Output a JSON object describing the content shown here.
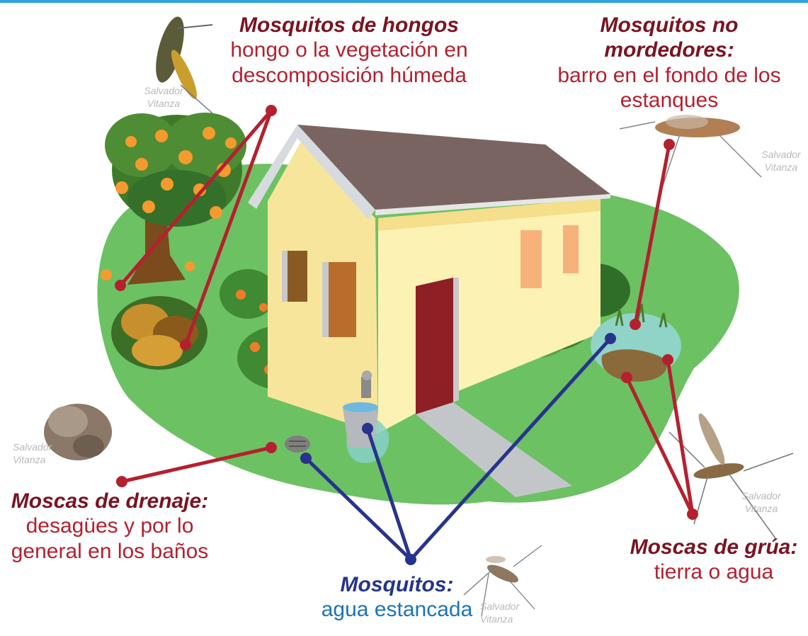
{
  "labels": {
    "fungus_gnats": {
      "title": "Mosquitos de hongos",
      "desc": "hongo o la vegetación en descomposición húmeda"
    },
    "non_biting_midges": {
      "title": "Mosquitos no mordedores:",
      "desc": "barro en el fondo de los estanques"
    },
    "drain_flies": {
      "title": "Moscas de drenaje:",
      "desc": "desagües y por lo general en los baños"
    },
    "mosquitoes": {
      "title": "Mosquitos:",
      "desc": "agua estancada"
    },
    "crane_flies": {
      "title": "Moscas de grúa:",
      "desc": "tierra o agua"
    }
  },
  "credits": {
    "fungus_gnat_photo": "Salvador Vitanza",
    "midge_photo": "Salvador Vitanza",
    "drain_fly_photo": "Salvador Vitanza",
    "mosquito_photo": "Salvador Vitanza",
    "crane_fly_photo": "Salvador Vitanza"
  },
  "colors": {
    "red_title": "#7a1322",
    "red_text": "#b5202f",
    "blue_title": "#27338c",
    "blue_text": "#1d74b8",
    "red_line": "#b5202f",
    "blue_line": "#27338c",
    "lawn": "#6cc163",
    "top_rule": "#2ea3dc"
  }
}
